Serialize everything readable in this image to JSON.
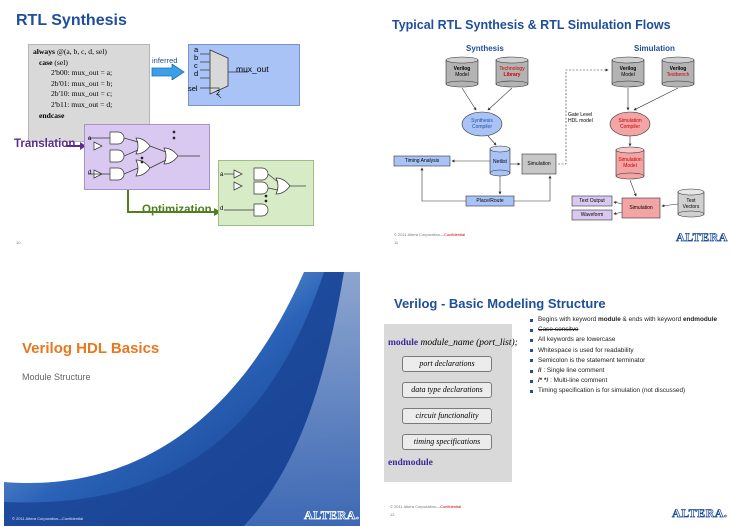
{
  "footer": {
    "copyright": "© 2011 Altera Corporation—",
    "confidential": "Confidential",
    "logo": "ALTERA."
  },
  "slide1": {
    "title": "RTL Synthesis",
    "code": [
      {
        "kw": "always",
        "rest": " @(a, b, c, d, sel)"
      },
      {
        "kw": "case",
        "rest": " (sel)",
        "indent": 1
      },
      {
        "kw": "",
        "rest": "2'b00: mux_out = a;",
        "indent": 2
      },
      {
        "kw": "",
        "rest": "2b'01: mux_out = b;",
        "indent": 2
      },
      {
        "kw": "",
        "rest": "2b'10: mux_out = c;",
        "indent": 2
      },
      {
        "kw": "",
        "rest": "2'b11: mux_out = d;",
        "indent": 2
      },
      {
        "kw": "endcase",
        "rest": "",
        "indent": 1
      }
    ],
    "inferred": "inferred",
    "mux_inputs": [
      "a",
      "b",
      "c",
      "d",
      "sel"
    ],
    "mux_output": "mux_out",
    "sel_width": "2",
    "translation": "Translation",
    "optimization": "Optimization",
    "trans_inputs": [
      "a",
      "d"
    ],
    "opt_inputs": [
      "a",
      "d"
    ],
    "page": "10"
  },
  "slide2": {
    "title": "Typical RTL Synthesis & RTL Simulation Flows",
    "synthesis": "Synthesis",
    "simulation": "Simulation",
    "verilog_model": [
      "Verilog",
      "Model"
    ],
    "tech_library": [
      "Technology",
      "Library"
    ],
    "verilog_model2": [
      "Verilog",
      "Model"
    ],
    "verilog_testbench": [
      "Verilog",
      "Testbench"
    ],
    "synth_compiler": [
      "Synthesis",
      "Compiler"
    ],
    "sim_compiler": [
      "Simulation",
      "Compiler"
    ],
    "gate_level": [
      "Gate Level",
      "HDL model"
    ],
    "timing_analysis": "Timing Analysis",
    "netlist": "Netlist",
    "simulation_box": "Simulation",
    "place_route": "Place/Route",
    "sim_model": [
      "Simulation",
      "Model"
    ],
    "text_output": "Text Output",
    "waveform": "Waveform",
    "simulation2": "Simulation",
    "test_vectors": [
      "Test",
      "Vectors"
    ],
    "page": "11"
  },
  "slide3": {
    "title": "Verilog HDL Basics",
    "subtitle": "Module Structure"
  },
  "slide4": {
    "title": "Verilog - Basic Modeling Structure",
    "module_kw": "module",
    "module_sig": "module_name (port_list);",
    "blocks": [
      "port declarations",
      "data type declarations",
      "circuit functionality",
      "timing specifications"
    ],
    "endmodule": "endmodule",
    "bullets": [
      {
        "pre": "Begins with keyword ",
        "b1": "module",
        "mid": " & ends with keyword ",
        "b2": "endmodule"
      },
      {
        "text": "Case-sensitve",
        "strike": true
      },
      {
        "text": "All keywords are lowercase"
      },
      {
        "text": "Whitespace is used for readability"
      },
      {
        "text": "Semicolon is the statement terminator"
      },
      {
        "bold": "//",
        "text": " : Single line comment"
      },
      {
        "bold": "/*  */",
        "text": " : Multi-line comment"
      },
      {
        "text": "Timing specification is for simulation (not discussed)"
      }
    ],
    "page": "12"
  }
}
